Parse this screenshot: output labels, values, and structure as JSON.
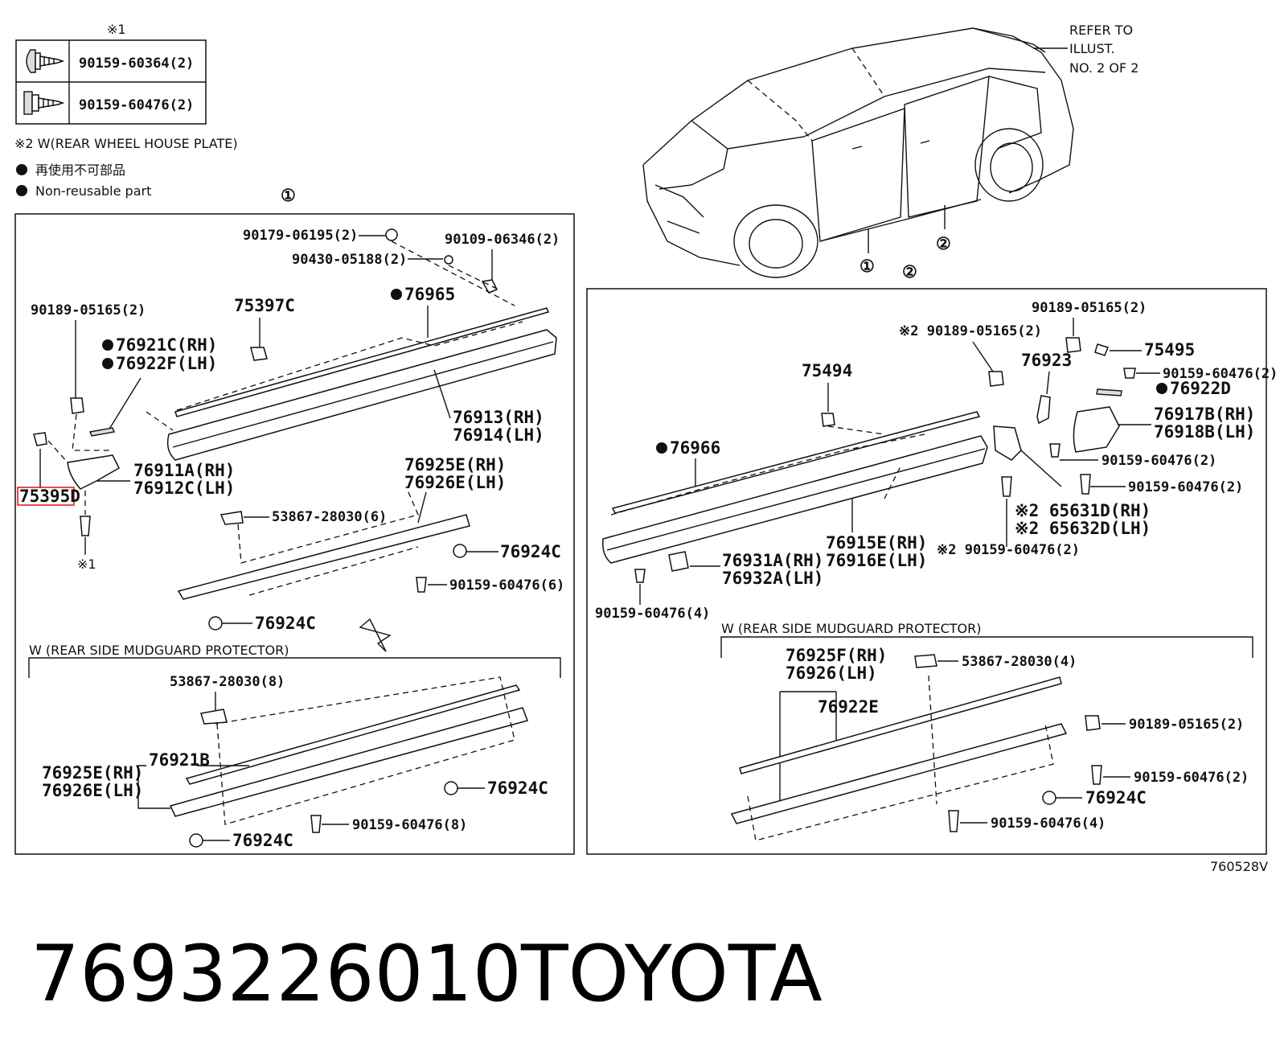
{
  "title": {
    "part_number": "7693226010",
    "brand": "TOYOTA"
  },
  "diagram_code": "760528V",
  "fastener_table": {
    "header": "※1",
    "rows": [
      {
        "icon": "flange-screw-icon",
        "part": "90159-60364(2)"
      },
      {
        "icon": "hex-flange-screw-icon",
        "part": "90159-60476(2)"
      }
    ]
  },
  "notes": {
    "note2": "※2 W(REAR WHEEL HOUSE PLATE)",
    "nonreusable_jp": "再使用不可部品",
    "nonreusable_en": "Non-reusable part"
  },
  "refer": {
    "line1": "REFER TO",
    "line2": "ILLUST.",
    "line3": "NO. 2 OF 2"
  },
  "markers": {
    "one": "①",
    "two": "②"
  },
  "panel1": {
    "marker": "①",
    "labels": {
      "l90179": "90179-06195(2)",
      "l90109": "90109-06346(2)",
      "l90430": "90430-05188(2)",
      "l76965": "76965",
      "l90189": "90189-05165(2)",
      "l75397": "75397C",
      "l76921": "76921C(RH)",
      "l76922": "76922F(LH)",
      "l76913": "76913(RH)",
      "l76914": "76914(LH)",
      "l76911": "76911A(RH)",
      "l76912": "76912C(LH)",
      "l75395": "75395D",
      "l76925": "76925E(RH)",
      "l76926": "76926E(LH)",
      "l53867": "53867-28030(6)",
      "l76924a": "76924C",
      "l90159": "90159-60476(6)",
      "l76924b": "76924C",
      "lx1": "※1"
    },
    "sub": {
      "header": "W (REAR SIDE MUDGUARD PROTECTOR)",
      "l53867": "53867-28030(8)",
      "l76921b": "76921B",
      "l76925": "76925E(RH)",
      "l76926": "76926E(LH)",
      "l76924a": "76924C",
      "l90159": "90159-60476(8)",
      "l76924b": "76924C"
    }
  },
  "panel2": {
    "labels": {
      "l90189a": "90189-05165(2)",
      "l90189b": "※2 90189-05165(2)",
      "l75495": "75495",
      "l90159a": "90159-60476(2)",
      "l75494": "75494",
      "l76923": "76923",
      "l76922d": "76922D",
      "l76917": "76917B(RH)",
      "l76918": "76918B(LH)",
      "l76966": "76966",
      "l90159b": "90159-60476(2)",
      "l90159c": "90159-60476(2)",
      "l65631": "※2 65631D(RH)",
      "l65632": "※2 65632D(LH)",
      "l76915": "76915E(RH)",
      "l76916": "76916E(LH)",
      "l90159d": "※2 90159-60476(2)",
      "l76931": "76931A(RH)",
      "l76932": "76932A(LH)",
      "l90159e": "90159-60476(4)"
    },
    "sub": {
      "header": "W (REAR SIDE MUDGUARD PROTECTOR)",
      "l76925": "76925F(RH)",
      "l76926": "76926(LH)",
      "l53867": "53867-28030(4)",
      "l76922e": "76922E",
      "l90189": "90189-05165(2)",
      "l90159a": "90159-60476(2)",
      "l76924": "76924C",
      "l90159b": "90159-60476(4)"
    }
  }
}
